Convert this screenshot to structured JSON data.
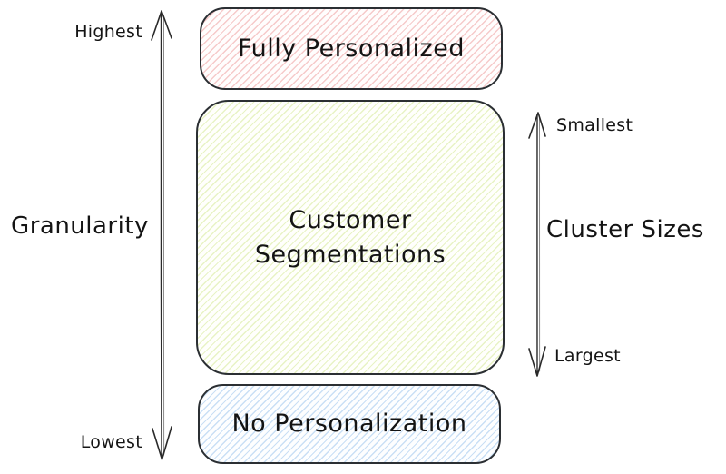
{
  "diagram": {
    "boxes": {
      "fully_personalized": {
        "label": "Fully Personalized",
        "fill": "#ffc9c9",
        "stripe": "#eea0a0"
      },
      "customer_segmentations": {
        "label": "Customer Segmentations",
        "fill": "#d8f5a2",
        "stripe": "#cde482"
      },
      "no_personalization": {
        "label": "No Personalization",
        "fill": "#a5d8ff",
        "stripe": "#96c0eb"
      }
    },
    "left_axis": {
      "label": "Granularity",
      "top_label": "Highest",
      "bottom_label": "Lowest"
    },
    "right_axis": {
      "label": "Cluster Sizes",
      "top_label": "Smallest",
      "bottom_label": "Largest"
    },
    "colors": {
      "stroke": "#2b2f33",
      "text": "#141414",
      "background": "#ffffff"
    }
  }
}
